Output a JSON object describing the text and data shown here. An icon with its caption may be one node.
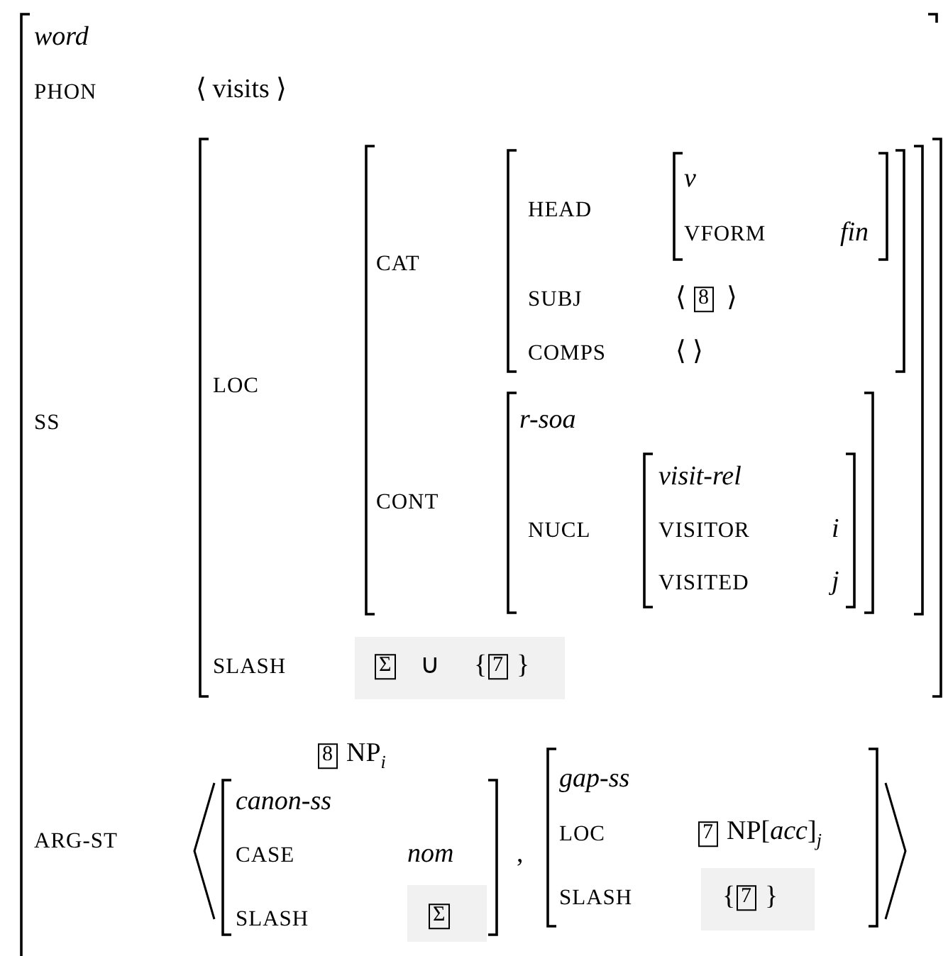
{
  "diagram": {
    "labels": [
      "word",
      "PHON",
      "⟨ visits ⟩",
      "SS",
      "LOC",
      "CAT",
      "HEAD",
      "v",
      "VFORM",
      "fin",
      "SUBJ",
      "⟨",
      "8",
      "⟩",
      "COMPS",
      "⟨ ⟩",
      "r-soa",
      "CONT",
      "NUCL",
      "visit-rel",
      "VISITOR",
      "i",
      "VISITED",
      "j",
      "SLASH",
      "Σ",
      "∪",
      "{",
      "7",
      "}",
      "8",
      "NP$_{i}$",
      "ARG-ST",
      "canon-ss",
      "CASE",
      "nom",
      "SLASH",
      "Σ",
      ",",
      "gap-ss",
      "LOC",
      "7",
      "NP[*acc*]$_{j}$",
      "SLASH",
      "{",
      "7",
      "}"
    ]
  }
}
